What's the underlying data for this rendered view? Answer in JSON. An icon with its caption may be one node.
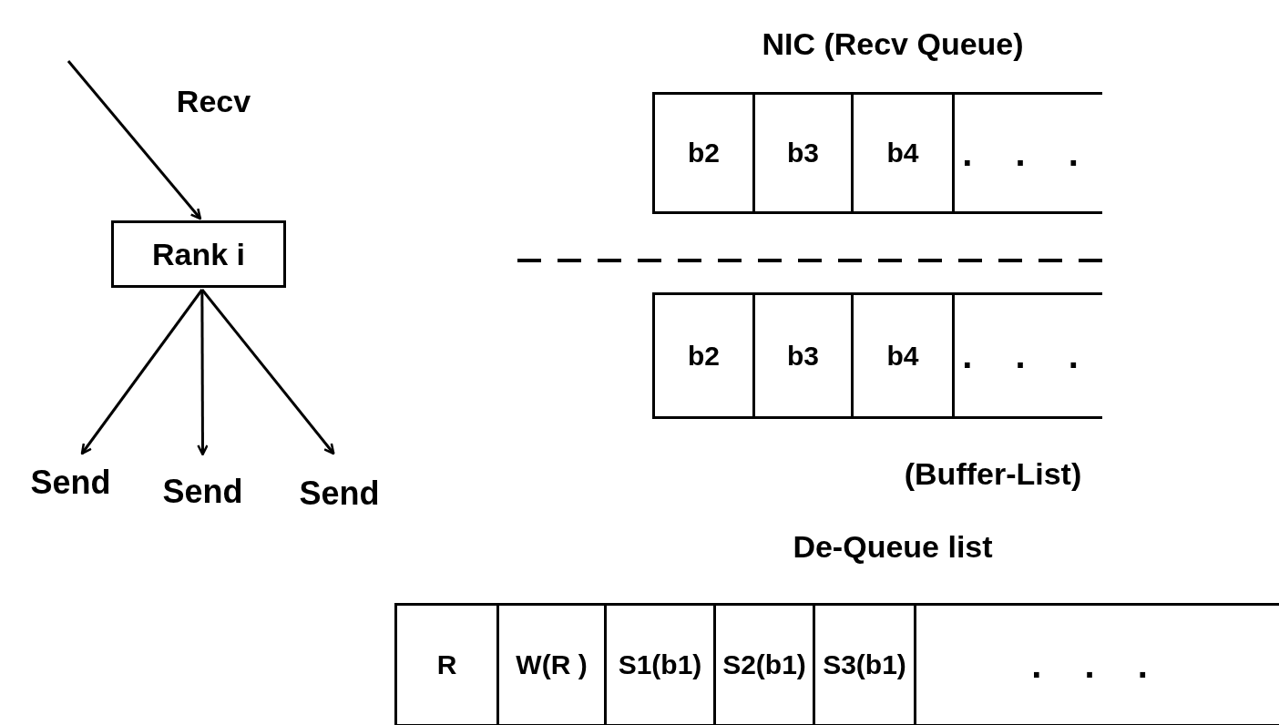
{
  "diagram": {
    "nodes": [
      {
        "text": [
          "Rank i"
        ]
      },
      {
        "text": [
          "Send"
        ]
      },
      {
        "text": [
          "Send"
        ]
      },
      {
        "text": [
          "Send"
        ]
      }
    ],
    "edges": [
      {
        "from": null,
        "to": 0,
        "arrow": "to",
        "label": "Recv"
      },
      {
        "from": 0,
        "to": 1,
        "arrow": "to"
      },
      {
        "from": 0,
        "to": 2,
        "arrow": "to"
      },
      {
        "from": 0,
        "to": 3,
        "arrow": "to"
      }
    ],
    "labels": [
      "NIC (Recv Queue)",
      "b2",
      "b3",
      "b4",
      ". . .",
      "b2",
      "b3",
      "b4",
      ". . .",
      "(Buffer-List)",
      "De-Queue list",
      "R",
      "W(R )",
      "S1(b1)",
      "S2(b1)",
      "S3(b1)",
      ". . ."
    ]
  }
}
